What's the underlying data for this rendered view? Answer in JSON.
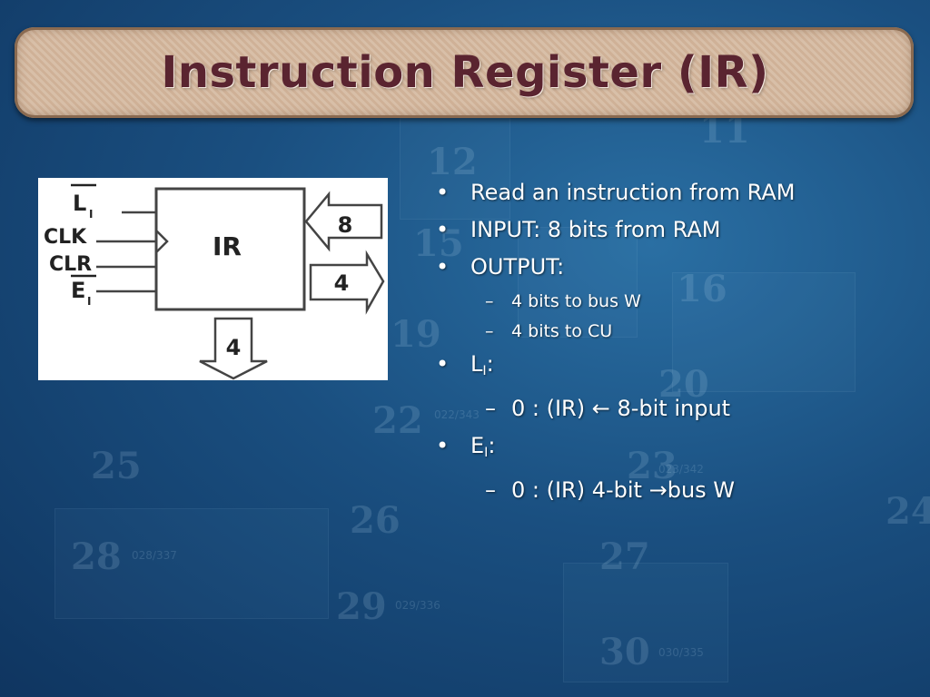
{
  "slide": {
    "title": "Instruction Register (IR)"
  },
  "diagram": {
    "register_label": "IR",
    "left_inputs": [
      "L",
      "CLK",
      "CLR",
      "E"
    ],
    "input_subscript": "I",
    "input_arrow_value": "8",
    "output_right_value": "4",
    "output_bottom_value": "4"
  },
  "bullets": {
    "b1": "Read an instruction from RAM",
    "b2": "INPUT: 8 bits from RAM",
    "b3": "OUTPUT:",
    "b3_sub1": "4 bits to bus W",
    "b3_sub2": "4 bits to CU",
    "b4_letter": "L",
    "b4_subscript": "I",
    "b4_suffix": ":",
    "b4_sub1_a": "0 : (IR) ",
    "b4_sub1_arrow": "←",
    "b4_sub1_b": " 8-bit input",
    "b5_letter": "E",
    "b5_subscript": "I",
    "b5_suffix": ":",
    "b5_sub1_a": "0 : (IR) 4-bit ",
    "b5_sub1_arrow": "→",
    "b5_sub1_b": "bus W"
  },
  "colors": {
    "title_text": "#5a2430",
    "background": "#1a4f80",
    "bullet_text": "#ffffff"
  }
}
